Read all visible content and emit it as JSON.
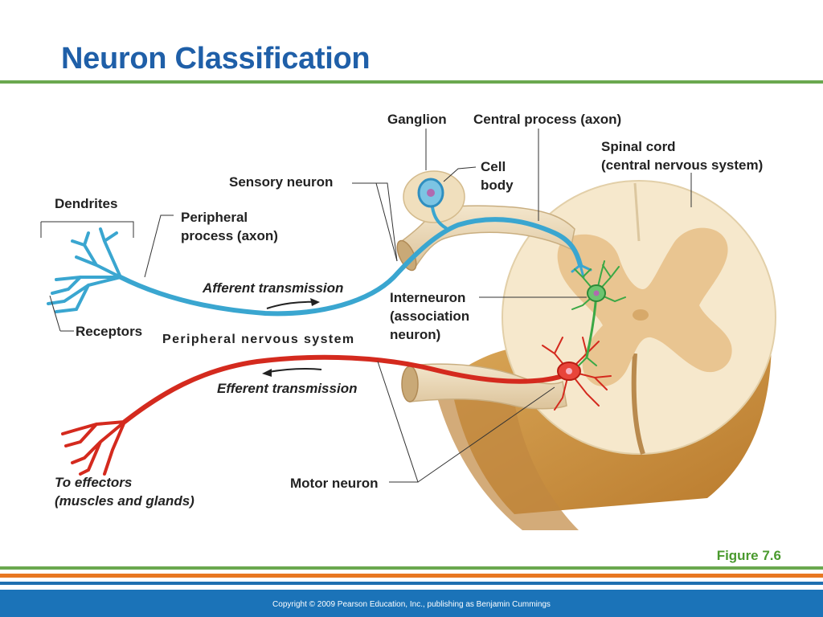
{
  "slide": {
    "title": "Neuron Classification",
    "figure_number": "Figure 7.6",
    "copyright": "Copyright © 2009 Pearson Education, Inc., publishing as Benjamin Cummings"
  },
  "labels": {
    "ganglion": "Ganglion",
    "central_process": "Central process (axon)",
    "spinal_cord_line1": "Spinal cord",
    "spinal_cord_line2": "(central nervous system)",
    "cell_body_line1": "Cell",
    "cell_body_line2": "body",
    "sensory_neuron": "Sensory neuron",
    "dendrites": "Dendrites",
    "peripheral_process_line1": "Peripheral",
    "peripheral_process_line2": "process (axon)",
    "afferent_transmission": "Afferent  transmission",
    "interneuron_line1": "Interneuron",
    "interneuron_line2": "(association",
    "interneuron_line3": "neuron)",
    "receptors": "Receptors",
    "peripheral_nervous_system": "Peripheral nervous system",
    "efferent_transmission": "Efferent  transmission",
    "to_effectors_line1": "To  effectors",
    "to_effectors_line2": "(muscles  and  glands)",
    "motor_neuron": "Motor neuron"
  },
  "colors": {
    "title": "#1f5fa8",
    "sensory_neuron": "#3aa6d0",
    "motor_neuron": "#d42a1e",
    "interneuron": "#3aa845",
    "spinal_cord": "#f3e4c6",
    "gray_matter": "#e8c48f",
    "nerve_root": "#e9d6b4",
    "figure_label": "#4a9a2e",
    "footer": "#1b73b8"
  }
}
